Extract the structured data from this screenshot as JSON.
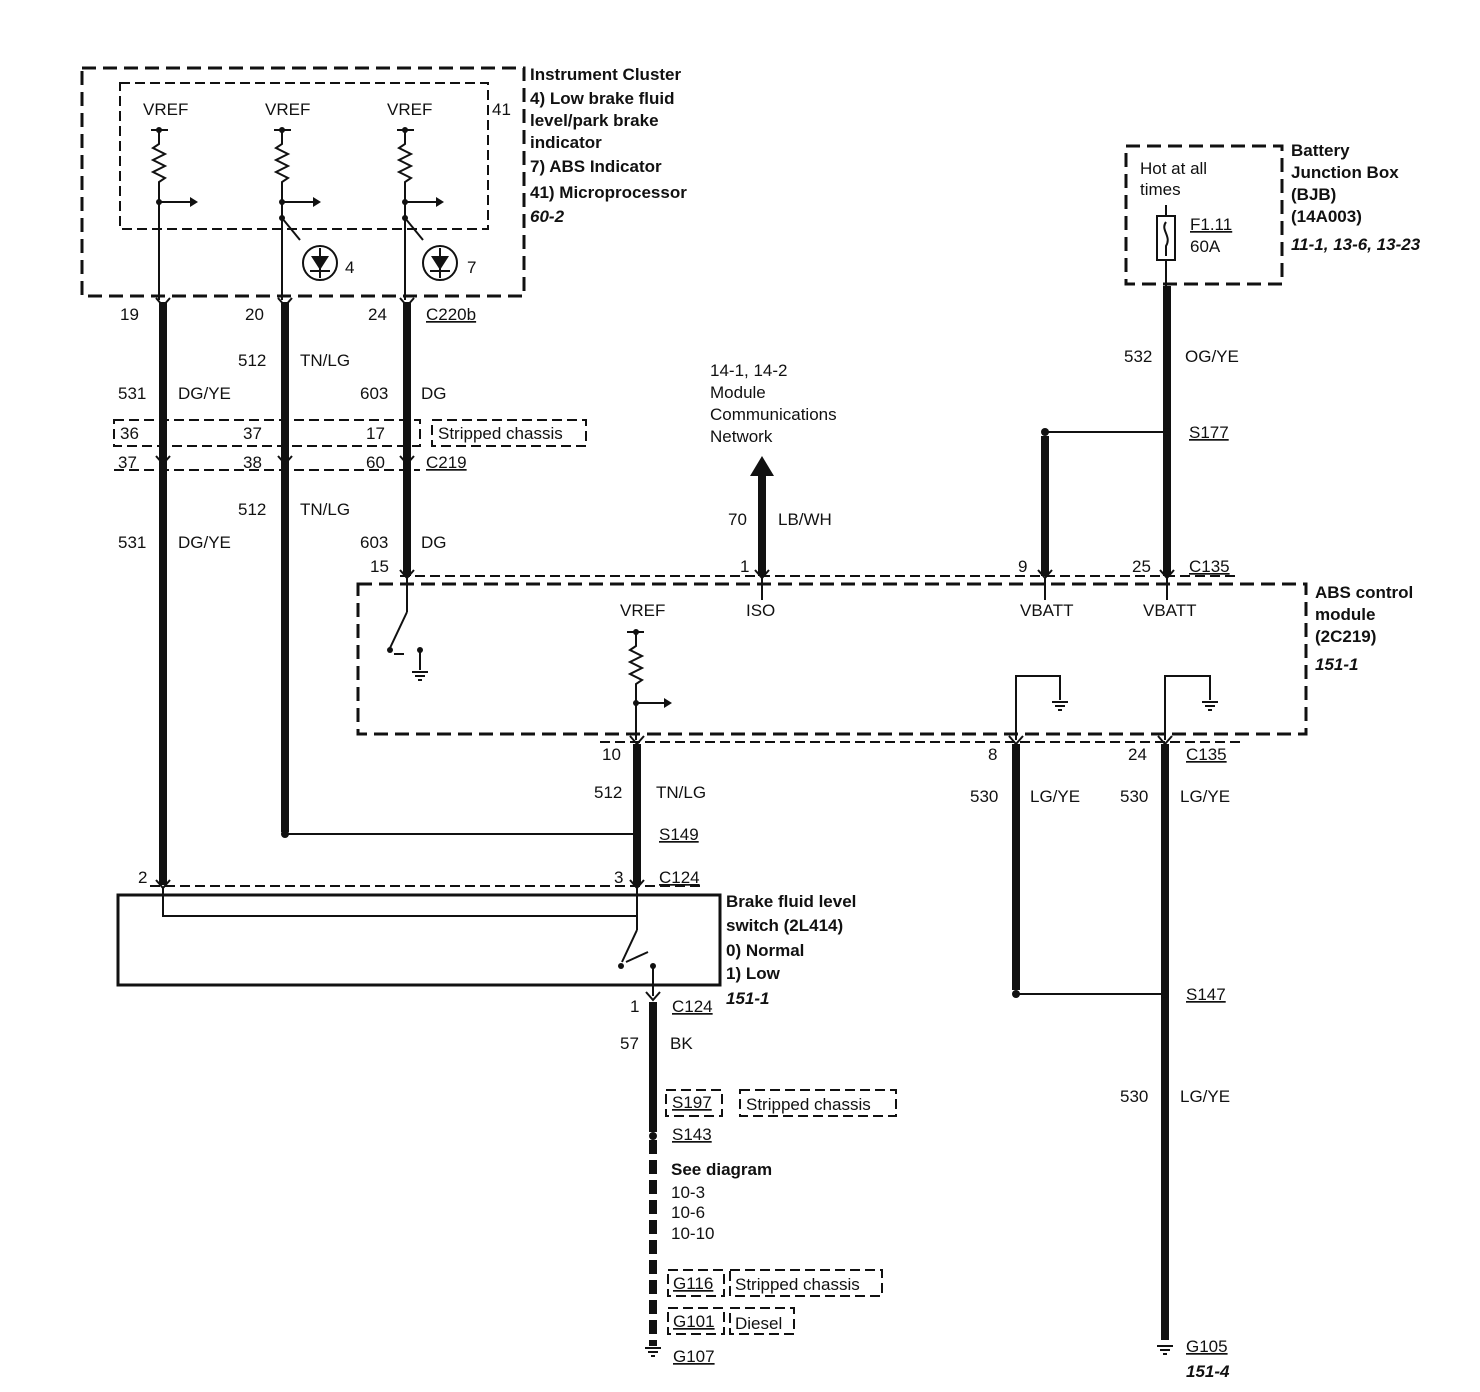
{
  "instrument_cluster": {
    "title": "Instrument Cluster",
    "item4": "4) Low brake fluid",
    "item4b": "level/park brake",
    "item4c": "indicator",
    "item7": "7) ABS Indicator",
    "item41": "41) Microprocessor",
    "ref": "60-2",
    "vref": "VREF",
    "pin41": "41",
    "lamp4": "4",
    "lamp7": "7"
  },
  "bjb": {
    "title1": "Battery",
    "title2": "Junction Box",
    "title3": "(BJB)",
    "part": "(14A003)",
    "ref": "11-1, 13-6, 13-23",
    "hot1": "Hot at all",
    "hot2": "times",
    "fuse": "F1.11",
    "rating": "60A"
  },
  "c220b": {
    "label": "C220b",
    "p19": "19",
    "p20": "20",
    "p24": "24"
  },
  "c219": {
    "label": "C219",
    "p37": "37",
    "p38": "38",
    "p60": "60",
    "s36": "36",
    "s37": "37",
    "s17": "17"
  },
  "stripped": "Stripped chassis",
  "wires": {
    "w531": "531",
    "c531": "DG/YE",
    "w512": "512",
    "c512": "TN/LG",
    "w603": "603",
    "c603": "DG",
    "w532": "532",
    "c532": "OG/YE",
    "w70": "70",
    "c70": "LB/WH",
    "w530": "530",
    "c530": "LG/YE",
    "w57": "57",
    "c57": "BK"
  },
  "network": {
    "ref": "14-1, 14-2",
    "line1": "Module",
    "line2": "Communications",
    "line3": "Network"
  },
  "splices": {
    "s177": "S177",
    "s149": "S149",
    "s147": "S147",
    "s197": "S197",
    "s143": "S143"
  },
  "abs": {
    "title1": "ABS control",
    "title2": "module",
    "title3": "(2C219)",
    "ref": "151-1",
    "vref": "VREF",
    "iso": "ISO",
    "vbatt": "VBATT",
    "c135": "C135",
    "p15": "15",
    "p1": "1",
    "p9": "9",
    "p25": "25",
    "p10": "10",
    "p8": "8",
    "p24": "24"
  },
  "switch": {
    "title1": "Brake fluid level",
    "title2": "switch (2L414)",
    "s0": "0) Normal",
    "s1": "1) Low",
    "ref": "151-1",
    "c124": "C124",
    "p2": "2",
    "p3": "3",
    "p1": "1"
  },
  "ground": {
    "see": "See diagram",
    "r1": "10-3",
    "r2": "10-6",
    "r3": "10-10",
    "g116": "G116",
    "g101": "G101",
    "diesel": "Diesel",
    "g107": "G107",
    "g105": "G105",
    "g105ref": "151-4"
  }
}
